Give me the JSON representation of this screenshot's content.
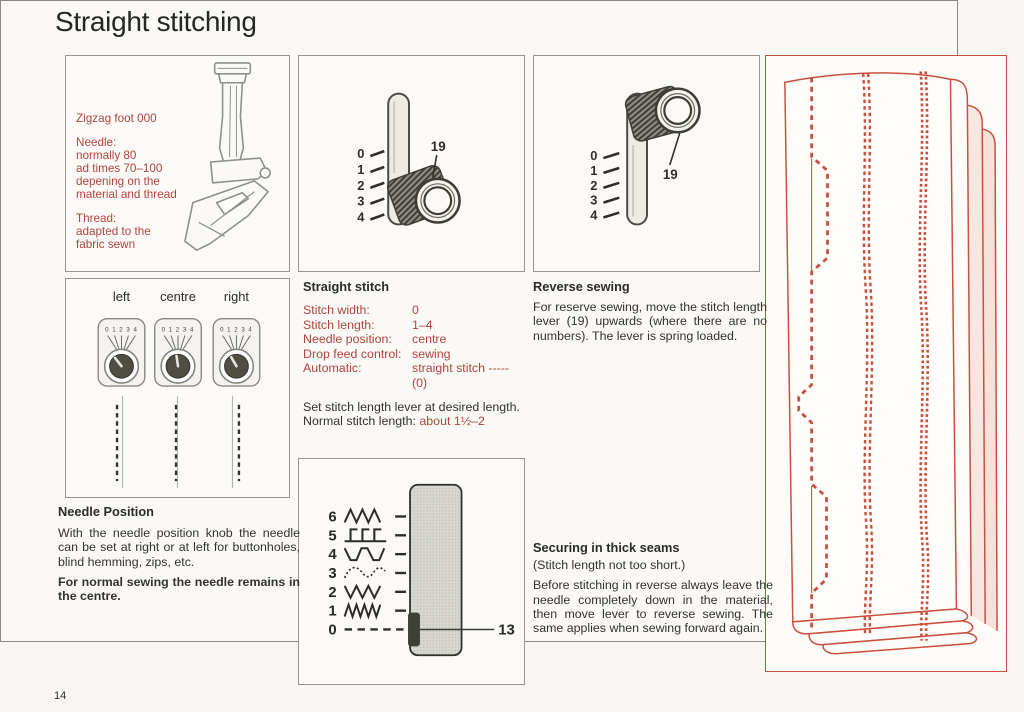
{
  "page": {
    "title": "Straight stitching",
    "number": "14"
  },
  "colors": {
    "accent_red": "#b0453e",
    "drawing_red": "#c9503f"
  },
  "foot_panel": {
    "title": "Zigzag foot 000",
    "needle_label": "Needle:",
    "needle_line1": "normally 80",
    "needle_line2": "ad times 70–100",
    "needle_line3": "depening on the",
    "needle_line4": "material and thread",
    "thread_label": "Thread:",
    "thread_line1": "adapted to the",
    "thread_line2": "fabric sewn"
  },
  "stitch_length_lever": {
    "scale": [
      "0",
      "1",
      "2",
      "3",
      "4"
    ],
    "callout": "19"
  },
  "reverse_lever": {
    "scale": [
      "0",
      "1",
      "2",
      "3",
      "4"
    ],
    "callout": "19"
  },
  "needle_knobs": {
    "labels": [
      "left",
      "centre",
      "right"
    ],
    "dial_scale": "0 1 2 3 4"
  },
  "straight_stitch": {
    "heading": "Straight stitch",
    "settings": [
      {
        "label": "Stitch width:",
        "value": "0"
      },
      {
        "label": "Stitch length:",
        "value": "1–4"
      },
      {
        "label": "Needle position:",
        "value": "centre"
      },
      {
        "label": "Drop feed control:",
        "value": "sewing"
      },
      {
        "label": "Automatic:",
        "value": "straight stitch ----- (0)"
      }
    ],
    "note": "Set stitch length lever at desired length.",
    "note2_prefix": "Normal stitch length: ",
    "note2_value": "about 1½–2"
  },
  "reverse_sewing": {
    "heading": "Reverse sewing",
    "body": "For reserve sewing, move the stitch length lever (19) upwards (where there are no numbers). The lever is spring loaded."
  },
  "needle_position": {
    "heading": "Needle Position",
    "body": "With the needle position knob the needle can be set at right or at left for buttonholes, blind hemming, zips, etc.",
    "note": "For normal sewing the needle remains in the centre."
  },
  "pattern_selector": {
    "nums": [
      "6",
      "5",
      "4",
      "3",
      "2",
      "1",
      "0"
    ],
    "callout": "13"
  },
  "securing": {
    "heading": "Securing in thick seams",
    "subnote": "(Stitch length not too short.)",
    "body": "Before stitching in reverse always leave the needle completely down in the material, then move lever to reverse sewing. The same applies when sewing forward again."
  }
}
